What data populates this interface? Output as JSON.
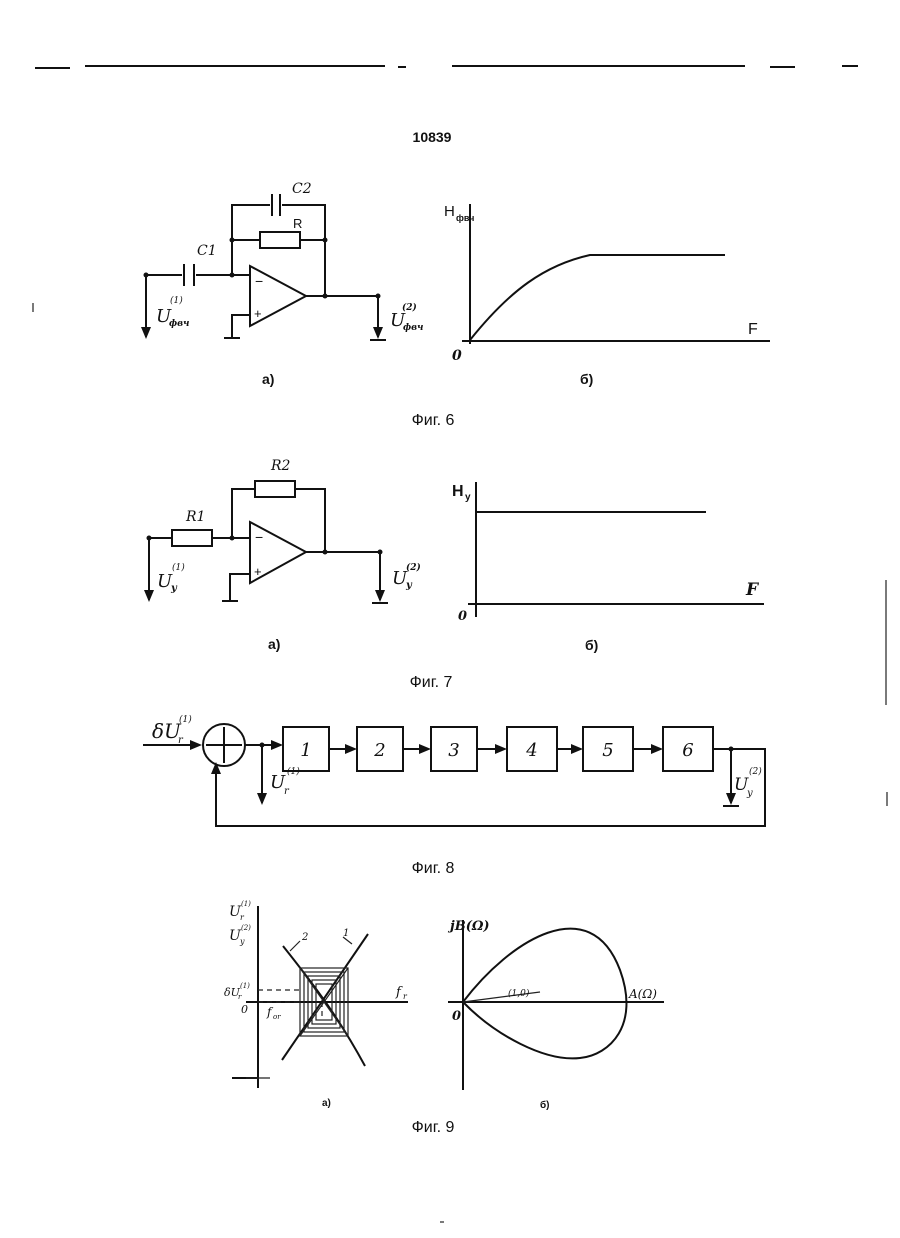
{
  "page_number": "10839",
  "fig6": {
    "caption": "Фиг. 6",
    "labels": {
      "c2": "C2",
      "r": "R",
      "c1": "C1",
      "uin": "U",
      "uin_sub": "фвч",
      "uin_sup": "(1)",
      "uout": "U",
      "uout_sub": "фвч",
      "uout_sup": "(2)",
      "minus": "−",
      "plus": "+",
      "a": "а)",
      "b": "б)",
      "y_axis": "H",
      "y_axis_sub": "фвч",
      "x_axis": "F",
      "origin": "0"
    }
  },
  "fig7": {
    "caption": "Фиг. 7",
    "labels": {
      "r2": "R2",
      "r1": "R1",
      "uin": "U",
      "uin_sub": "у",
      "uin_sup": "(1)",
      "uout": "U",
      "uout_sub": "у",
      "uout_sup": "(2)",
      "minus": "−",
      "plus": "+",
      "a": "а)",
      "b": "б)",
      "y_axis": "H",
      "y_axis_sub": "у",
      "x_axis": "F",
      "origin": "0"
    }
  },
  "fig8": {
    "caption": "Фиг. 8",
    "input": "δU",
    "input_sub": "r",
    "input_sup": "(1)",
    "tap1": "U",
    "tap1_sub": "r",
    "tap1_sup": "(1)",
    "tap2": "U",
    "tap2_sub": "y",
    "tap2_sup": "(2)",
    "blocks": [
      "1",
      "2",
      "3",
      "4",
      "5",
      "6"
    ]
  },
  "fig9": {
    "caption": "Фиг. 9",
    "a": {
      "y1": "U",
      "y1_sub": "r",
      "y1_sup": "(1)",
      "y2": "U",
      "y2_sub": "y",
      "y2_sup": "(2)",
      "du": "δU",
      "du_sub": "r",
      "du_sup": "(1)",
      "origin": "0",
      "x_axis": "f",
      "x_axis_sub": "r",
      "f0": "f",
      "f0_sub": "or",
      "curve2": "2",
      "curve1": "1",
      "label": "а)"
    },
    "b": {
      "y_axis": "jB(Ω)",
      "x_axis": "A(Ω)",
      "point": "(1,0)",
      "origin": "0",
      "label": "б)"
    }
  }
}
